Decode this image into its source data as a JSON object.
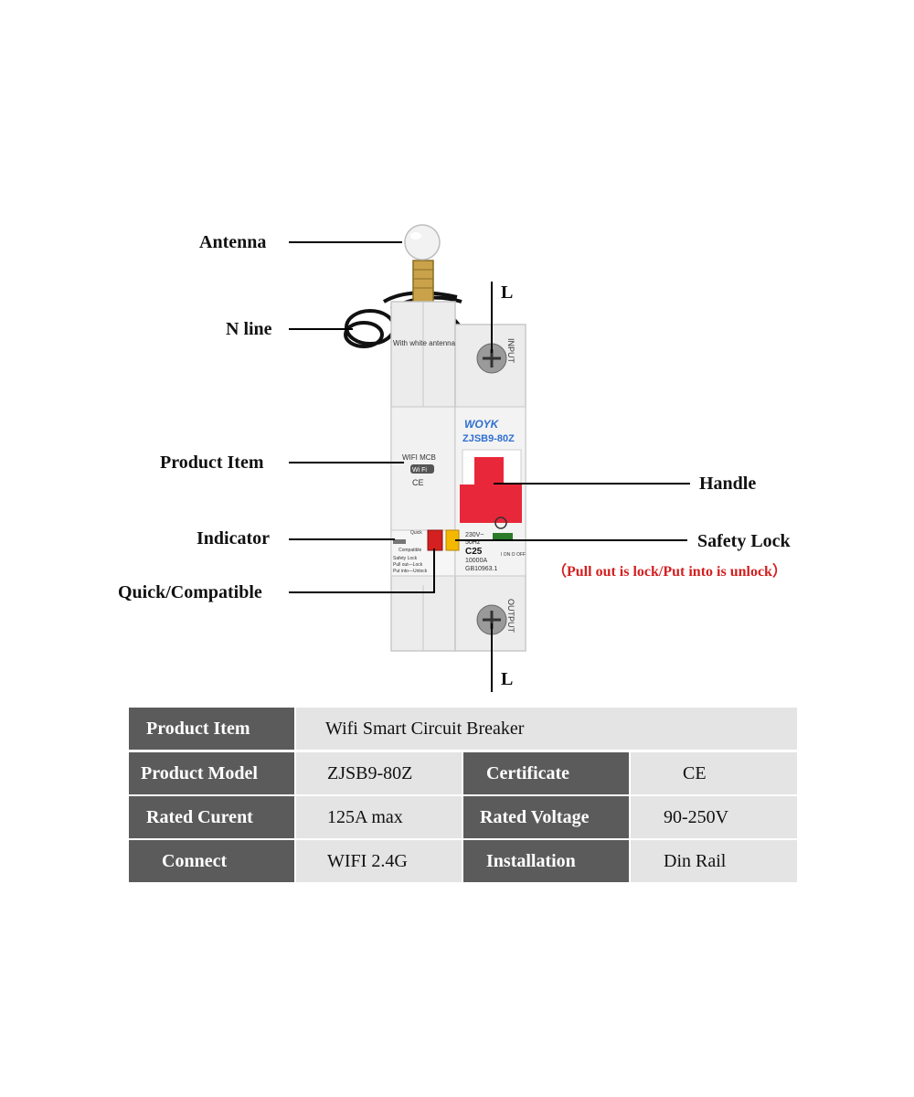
{
  "callouts": {
    "antenna": "Antenna",
    "n_line": "N line",
    "product_item": "Product Item",
    "indicator": "Indicator",
    "quick_compatible": "Quick/Compatible",
    "l_top": "L",
    "handle": "Handle",
    "safety_lock": "Safety Lock",
    "safety_note": "（Pull out is lock/Put into is unlock）",
    "l_bottom": "L"
  },
  "device_text": {
    "antenna_note": "With white antenna",
    "input": "INPUT",
    "output": "OUTPUT",
    "brand": "WOYK",
    "model": "ZJSB9-80Z",
    "wifi_mcb": "WIFI MCB",
    "wifi_badge": "Wi Fi",
    "ce": "CE",
    "quick": "Quick",
    "compatible": "Compatible",
    "lock_text_1": "Safety Lock",
    "lock_text_2": "Pull out—Lock",
    "lock_text_3": "Put into—Unlock",
    "spec_voltage": "230V~",
    "spec_freq": "50Hz",
    "spec_rating": "C25",
    "spec_breaking": "10000A",
    "spec_standard": "GB10963.1",
    "on_off": "I ON  O OFF"
  },
  "spec_table": {
    "rows": [
      {
        "h1": "Product Item",
        "v1": "Wifi Smart Circuit Breaker"
      },
      {
        "h1": "Product Model",
        "v1": "ZJSB9-80Z",
        "h2": "Certificate",
        "v2": "CE"
      },
      {
        "h1": "Rated Curent",
        "v1": "125A max",
        "h2": "Rated Voltage",
        "v2": "90-250V"
      },
      {
        "h1": "Connect",
        "v1": "WIFI 2.4G",
        "h2": "Installation",
        "v2": "Din Rail"
      }
    ]
  },
  "colors": {
    "header_cell": "#5b5b5b",
    "value_cell": "#e4e4e4",
    "handle_red": "#e8283a",
    "note_red": "#d42020",
    "brand_blue": "#2f6fd0"
  }
}
